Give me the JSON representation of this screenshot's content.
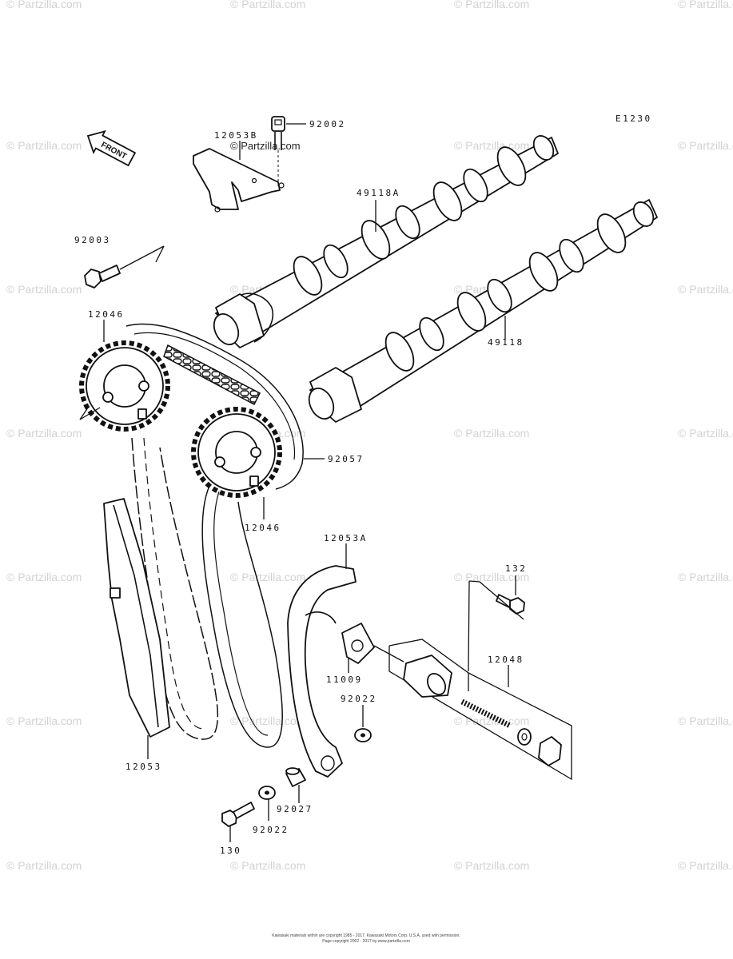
{
  "diagram": {
    "code": "E1230",
    "front_label": "FRONT",
    "watermark_text": "© Partzilla.com",
    "footer_line1": "Kawasaki materials within are copyright 1985 - 2017, Kawasaki Motors Corp. U.S.A. used with permission.",
    "footer_line2": "Page copyright 2002 - 2017 by www.partzilla.com",
    "parts": [
      {
        "id": "p-12053b",
        "label": "12053B"
      },
      {
        "id": "p-92002",
        "label": "92002"
      },
      {
        "id": "p-49118a",
        "label": "49118A"
      },
      {
        "id": "p-92003",
        "label": "92003"
      },
      {
        "id": "p-12046-top",
        "label": "12046"
      },
      {
        "id": "p-49118",
        "label": "49118"
      },
      {
        "id": "p-92057",
        "label": "92057"
      },
      {
        "id": "p-12046-bottom",
        "label": "12046"
      },
      {
        "id": "p-12053a",
        "label": "12053A"
      },
      {
        "id": "p-132",
        "label": "132"
      },
      {
        "id": "p-12048",
        "label": "12048"
      },
      {
        "id": "p-11009",
        "label": "11009"
      },
      {
        "id": "p-92022-right",
        "label": "92022"
      },
      {
        "id": "p-12053",
        "label": "12053"
      },
      {
        "id": "p-92027",
        "label": "92027"
      },
      {
        "id": "p-92022-bottom",
        "label": "92022"
      },
      {
        "id": "p-130",
        "label": "130"
      }
    ]
  }
}
